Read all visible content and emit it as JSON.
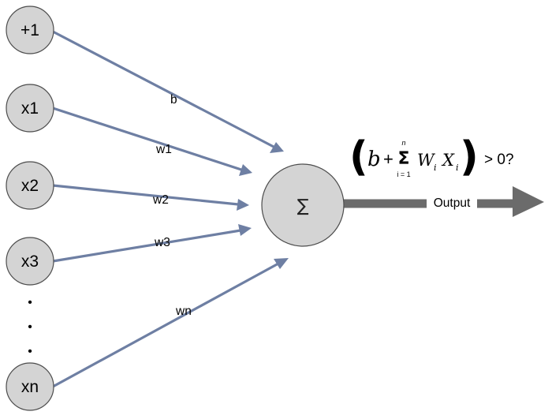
{
  "inputs": [
    {
      "label": "+1"
    },
    {
      "label": "x1"
    },
    {
      "label": "x2"
    },
    {
      "label": "x3"
    },
    {
      "label": "xn"
    }
  ],
  "ellipsis": [
    "•",
    "•",
    "•"
  ],
  "weights": [
    "b",
    "w1",
    "w2",
    "w3",
    "wn"
  ],
  "sum_node": {
    "symbol": "∑"
  },
  "output": {
    "label": "Output"
  },
  "formula": {
    "open_paren": "(",
    "b": "b",
    "plus": "+",
    "sigma": "Σ",
    "upper_limit": "n",
    "lower_limit": "i = 1",
    "w": "W",
    "w_sub": "i",
    "x": "X",
    "x_sub": "i",
    "close_paren": ")",
    "comparison": "> 0?"
  },
  "colors": {
    "edge": "#6e7fa3",
    "node_fill": "#d4d4d4",
    "output_arrow": "#6b6b6b"
  }
}
